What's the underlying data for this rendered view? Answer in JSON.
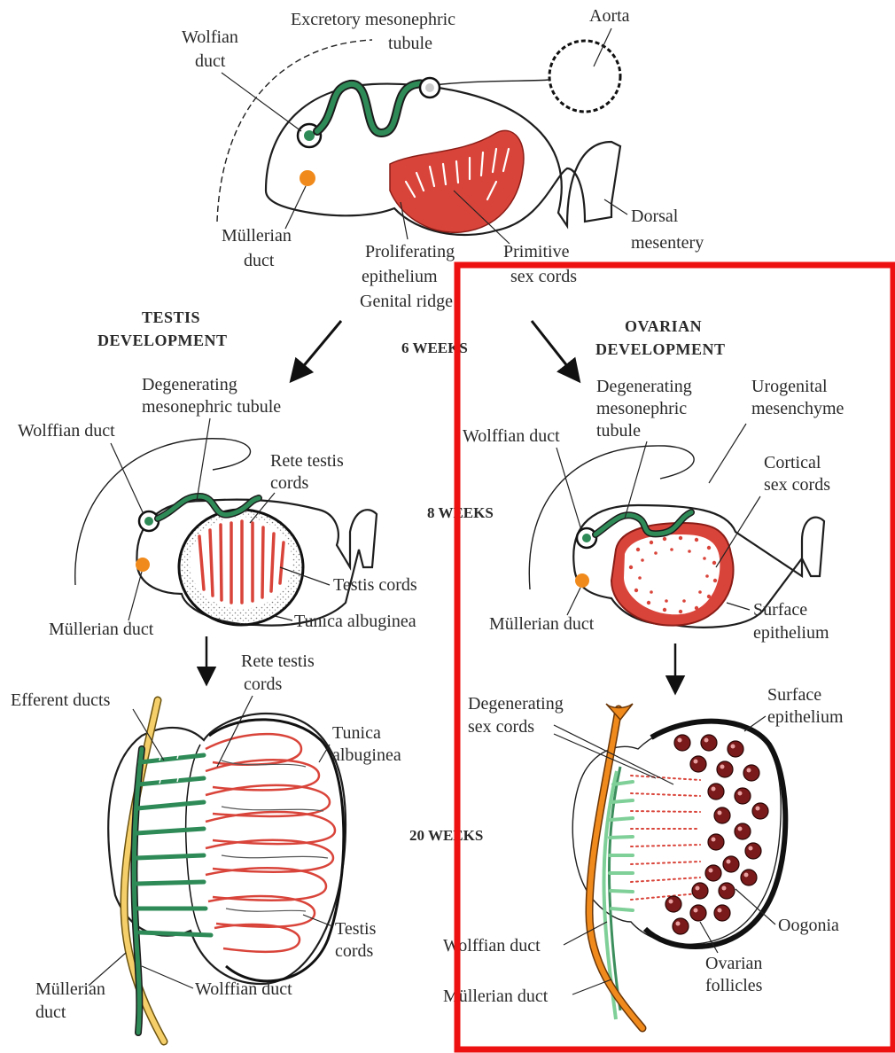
{
  "top": {
    "labels": {
      "wolffian_duct": [
        "Wolfian",
        "duct"
      ],
      "excretory_tubule": [
        "Excretory mesonephric",
        "tubule"
      ],
      "aorta": "Aorta",
      "mullerian_duct": [
        "Müllerian",
        "duct"
      ],
      "dorsal_mesentery": [
        "Dorsal",
        "mesentery"
      ],
      "proliferating_epithelium": [
        "Proliferating",
        "epithelium",
        "Genital ridge"
      ],
      "primitive_sex_cords": [
        "Primitive",
        "sex cords"
      ]
    },
    "stage_6_weeks": "6 WEEKS"
  },
  "testis": {
    "header": [
      "TESTIS",
      "DEVELOPMENT"
    ],
    "week8": {
      "degenerating_tubule": [
        "Degenerating",
        "mesonephric tubule"
      ],
      "wolffian_duct": "Wolffian duct",
      "rete_testis_cords": [
        "Rete testis",
        "cords"
      ],
      "testis_cords": "Testis cords",
      "tunica_albuginea": "Tunica albuginea",
      "mullerian_duct": "Müllerian duct"
    },
    "week20": {
      "efferent_ducts": "Efferent ducts",
      "rete_testis_cords": [
        "Rete testis",
        "cords"
      ],
      "tunica_albuginea": [
        "Tunica",
        "albuginea"
      ],
      "testis_cords": [
        "Testis",
        "cords"
      ],
      "mullerian_duct": [
        "Müllerian",
        "duct"
      ],
      "wolffian_duct": "Wolffian duct"
    }
  },
  "ovary": {
    "header": [
      "OVARIAN",
      "DEVELOPMENT"
    ],
    "week8": {
      "degenerating_tubule": [
        "Degenerating",
        "mesonephric",
        "tubule"
      ],
      "urogenital_mesenchyme": [
        "Urogenital",
        "mesenchyme"
      ],
      "wolffian_duct": "Wolffian duct",
      "cortical_sex_cords": [
        "Cortical",
        "sex cords"
      ],
      "surface_epithelium": [
        "Surface",
        "epithelium"
      ],
      "mullerian_duct": "Müllerian duct"
    },
    "week20": {
      "degenerating_sex_cords": [
        "Degenerating",
        "sex cords"
      ],
      "surface_epithelium": [
        "Surface",
        "epithelium"
      ],
      "oogonia": "Oogonia",
      "ovarian_follicles": [
        "Ovarian",
        "follicles"
      ],
      "wolffian_duct": "Wolffian duct",
      "mullerian_duct": "Müllerian duct"
    }
  },
  "stages": {
    "week8": "8 WEEKS",
    "week20": "20 WEEKS"
  },
  "colors": {
    "wolffian_green": "#2e8b57",
    "light_green": "#7fcf98",
    "gonad_red": "#d9443a",
    "mullerian_orange": "#f08a1c",
    "mullerian_yellow": "#f5cf6a",
    "oocyte_dark": "#7a1a1a",
    "highlight_box": "#ee1111"
  }
}
